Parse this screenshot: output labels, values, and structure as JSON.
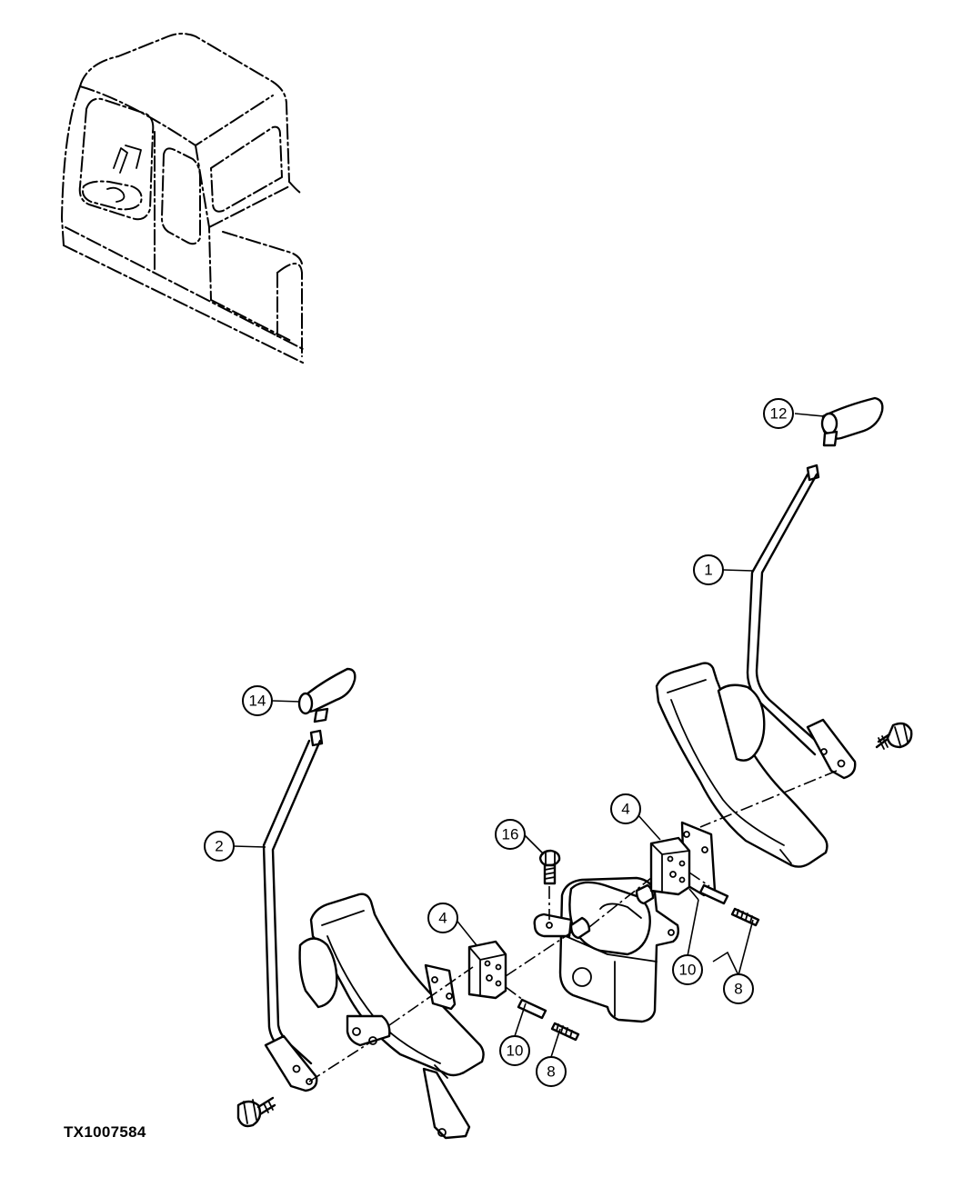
{
  "figure": {
    "id_label": "TX1007584"
  },
  "callouts": [
    {
      "key": "c12",
      "label": "12"
    },
    {
      "key": "c1",
      "label": "1"
    },
    {
      "key": "c14",
      "label": "14"
    },
    {
      "key": "c2",
      "label": "2"
    },
    {
      "key": "c4a",
      "label": "4"
    },
    {
      "key": "c16",
      "label": "16"
    },
    {
      "key": "c4b",
      "label": "4"
    },
    {
      "key": "c10a",
      "label": "10"
    },
    {
      "key": "c8a",
      "label": "8"
    },
    {
      "key": "c10b",
      "label": "10"
    },
    {
      "key": "c8b",
      "label": "8"
    }
  ]
}
